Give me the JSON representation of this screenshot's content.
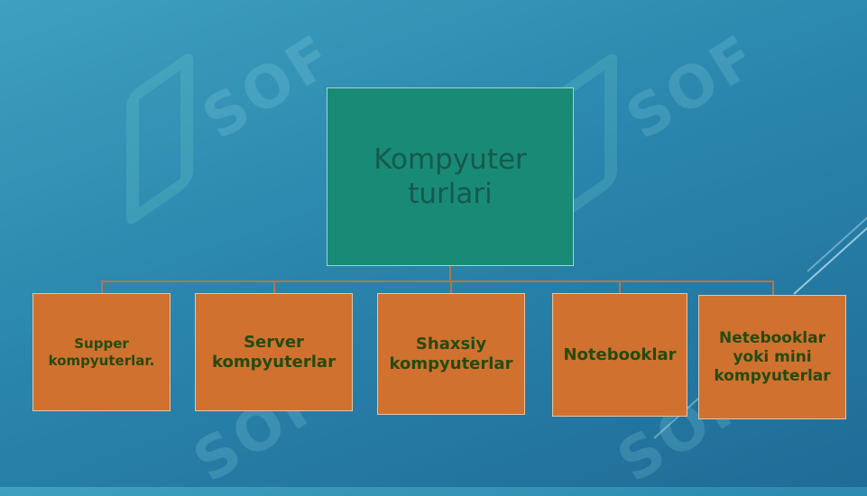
{
  "diagram": {
    "root": {
      "label": "Kompyuter turlari"
    },
    "children": [
      {
        "label": "Supper kompyuterlar."
      },
      {
        "label": "Server kompyuterlar"
      },
      {
        "label": "Shaxsiy kompyuterlar"
      },
      {
        "label": "Notebooklar"
      },
      {
        "label": "Netebooklar yoki mini kompyuterlar"
      }
    ]
  },
  "watermark": {
    "text": "SOF"
  },
  "colors": {
    "background": "#2a86ad",
    "root_fill": "#198a76",
    "root_text": "#145a4c",
    "child_fill": "#d0712f",
    "child_text": "#254b0f",
    "connector": "#b9734a"
  }
}
